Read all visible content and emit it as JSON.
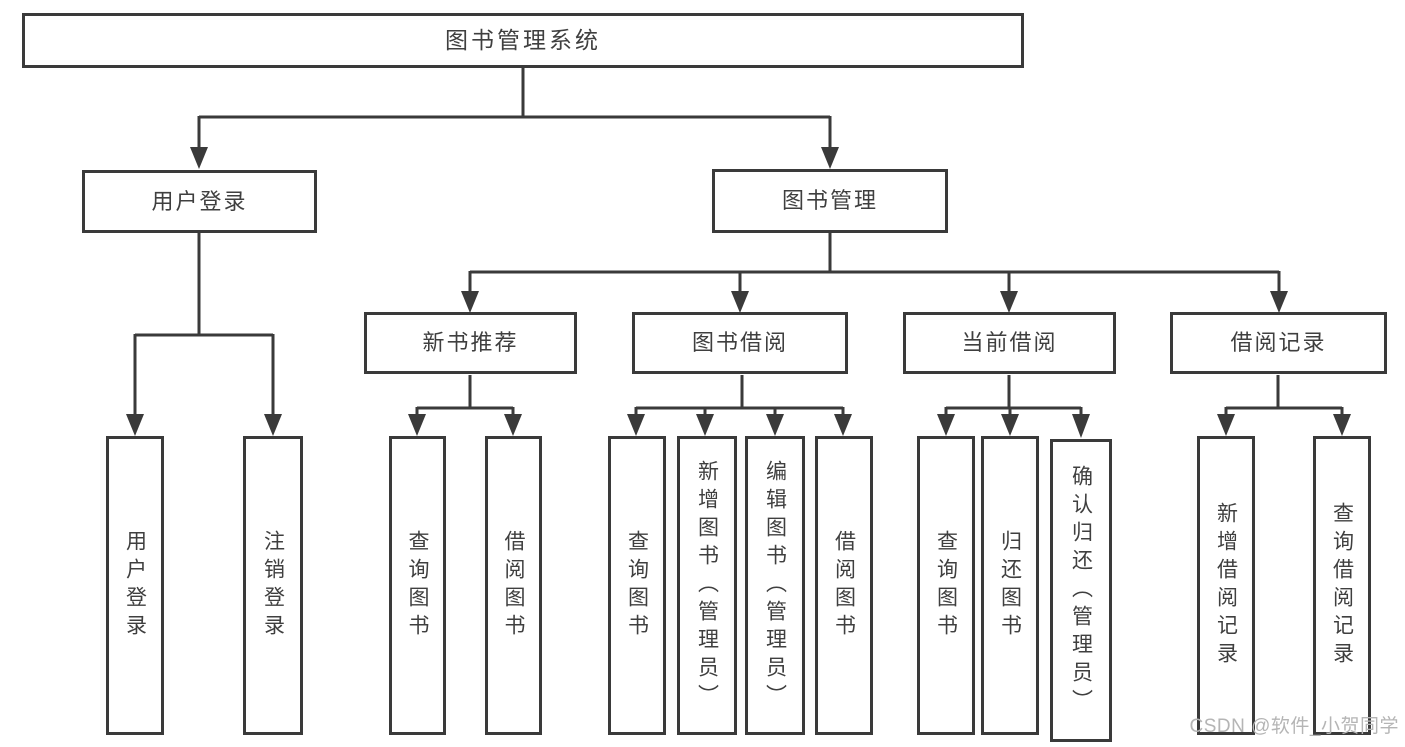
{
  "tree": {
    "root": {
      "label": "图书管理系统",
      "children": [
        {
          "label": "用户登录",
          "children": [
            {
              "label": "用户登录"
            },
            {
              "label": "注销登录"
            }
          ]
        },
        {
          "label": "图书管理",
          "children": [
            {
              "label": "新书推荐",
              "children": [
                {
                  "label": "查询图书"
                },
                {
                  "label": "借阅图书"
                }
              ]
            },
            {
              "label": "图书借阅",
              "children": [
                {
                  "label": "查询图书"
                },
                {
                  "label": "新增图书（管理员）"
                },
                {
                  "label": "编辑图书（管理员）"
                },
                {
                  "label": "借阅图书"
                }
              ]
            },
            {
              "label": "当前借阅",
              "children": [
                {
                  "label": "查询图书"
                },
                {
                  "label": "归还图书"
                },
                {
                  "label": "确认归还（管理员）"
                }
              ]
            },
            {
              "label": "借阅记录",
              "children": [
                {
                  "label": "新增借阅记录"
                },
                {
                  "label": "查询借阅记录"
                }
              ]
            }
          ]
        }
      ]
    }
  },
  "watermark": "CSDN @软件_小贺同学",
  "colors": {
    "line": "#3a3a3a",
    "text": "#3f3f3f",
    "watermark": "#b5b5b5",
    "background": "#ffffff"
  }
}
